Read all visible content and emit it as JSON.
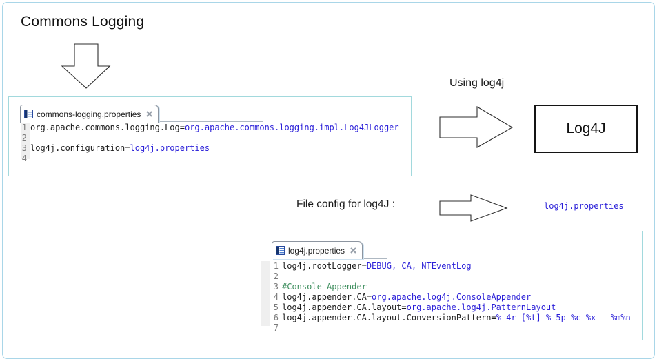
{
  "title": "Commons Logging",
  "labels": {
    "using_log4j": "Using log4j",
    "log4j_box": "Log4J",
    "file_config": "File config for log4J :",
    "log4j_properties_ref": "log4j.properties"
  },
  "icons": {
    "tab_file": "properties-file-icon",
    "close": "close-icon",
    "arrows": [
      "down-arrow-icon",
      "right-arrow-icon",
      "right-arrow-icon"
    ]
  },
  "colors": {
    "frame_border": "#a9d6e8",
    "editor_border": "#a2d9dd",
    "value_blue": "#2a1fd8",
    "comment_green": "#3f8f5f",
    "line_number_gray": "#7b7b7b",
    "box_border_black": "#141414"
  },
  "editor1": {
    "tab": "commons-logging.properties",
    "lines": [
      {
        "num": "1",
        "segments": [
          {
            "t": "org.apache.commons.logging.Log=",
            "c": "key"
          },
          {
            "t": "org.apache.commons.logging.impl.Log4JLogger",
            "c": "value"
          }
        ]
      },
      {
        "num": "2",
        "segments": []
      },
      {
        "num": "3",
        "segments": [
          {
            "t": "log4j.configuration=",
            "c": "key"
          },
          {
            "t": "log4j.properties",
            "c": "value"
          }
        ]
      },
      {
        "num": "4",
        "segments": []
      }
    ]
  },
  "editor2": {
    "tab": "log4j.properties",
    "lines": [
      {
        "num": "1",
        "segments": [
          {
            "t": "log4j.rootLogger=",
            "c": "key"
          },
          {
            "t": "DEBUG, CA, NTEventLog",
            "c": "value"
          }
        ]
      },
      {
        "num": "2",
        "segments": []
      },
      {
        "num": "3",
        "segments": [
          {
            "t": "#Console Appender",
            "c": "comment"
          }
        ]
      },
      {
        "num": "4",
        "segments": [
          {
            "t": "log4j.appender.CA=",
            "c": "key"
          },
          {
            "t": "org.apache.log4j.ConsoleAppender",
            "c": "value"
          }
        ]
      },
      {
        "num": "5",
        "segments": [
          {
            "t": "log4j.appender.CA.layout=",
            "c": "key"
          },
          {
            "t": "org.apache.log4j.PatternLayout",
            "c": "value"
          }
        ]
      },
      {
        "num": "6",
        "segments": [
          {
            "t": "log4j.appender.CA.layout.ConversionPattern=",
            "c": "key"
          },
          {
            "t": "%-4r [%t] %-5p %c %x - %m%n",
            "c": "value"
          }
        ]
      },
      {
        "num": "7",
        "segments": []
      }
    ]
  }
}
